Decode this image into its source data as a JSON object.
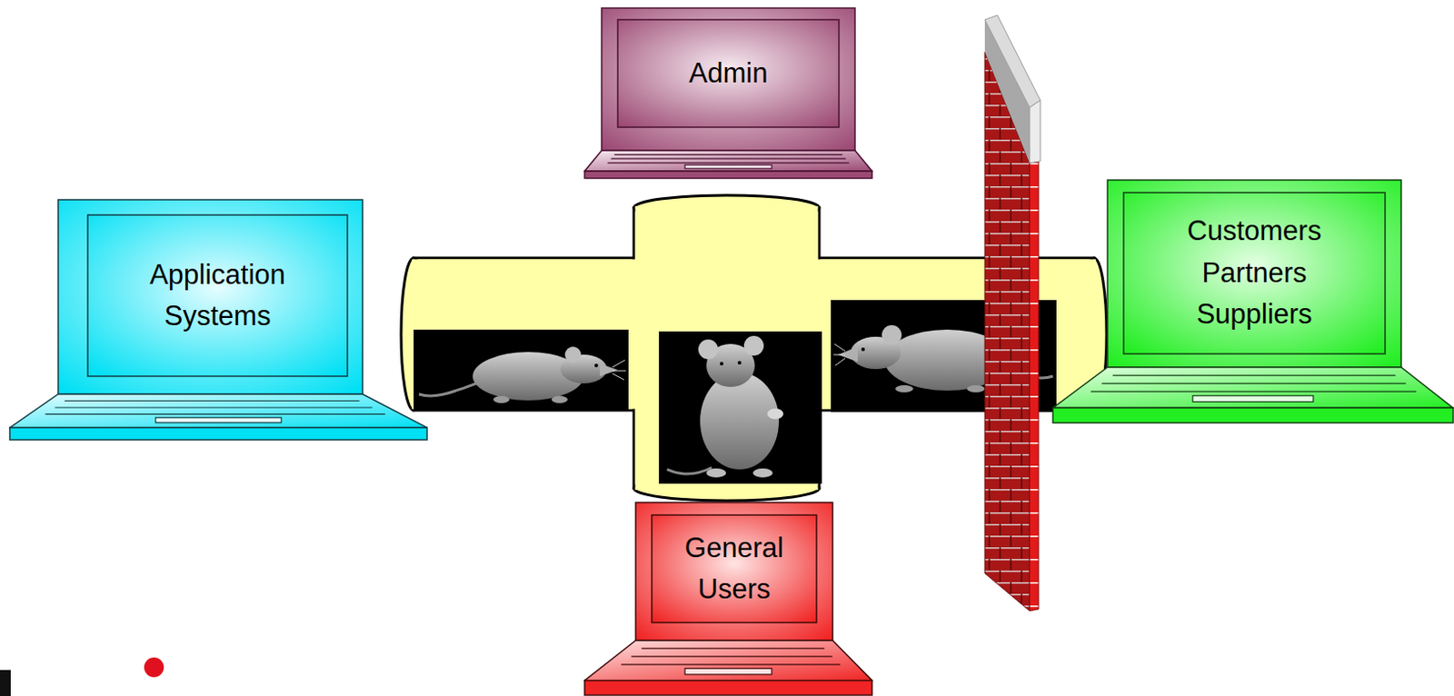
{
  "diagram": {
    "nodes": [
      {
        "text": [
          "Admin"
        ]
      },
      {
        "text": [
          "Application Systems"
        ]
      },
      {
        "text": [
          "Customers Partners Suppliers"
        ]
      },
      {
        "text": [
          "General Users"
        ]
      }
    ]
  }
}
